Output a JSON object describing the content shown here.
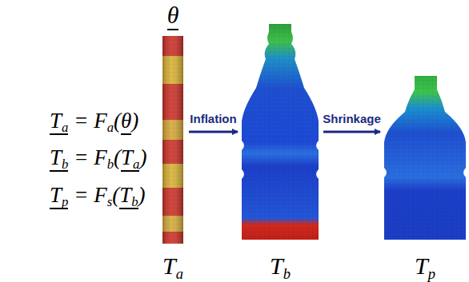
{
  "diagram": {
    "nodes": [
      {
        "text": [
          "Ta"
        ]
      },
      {
        "text": [
          "Tb"
        ]
      },
      {
        "text": [
          "Tp"
        ]
      }
    ],
    "edges": [
      {
        "from": 0,
        "to": 1,
        "label": "Inflation",
        "arrow": "to"
      },
      {
        "from": 1,
        "to": 2,
        "label": "Shrinkage",
        "arrow": "to"
      }
    ],
    "labels": [
      "Ta = Fa(θ)",
      "Tb = Fb(Ta)",
      "Tp = Fs(Tb)",
      "θ"
    ]
  }
}
